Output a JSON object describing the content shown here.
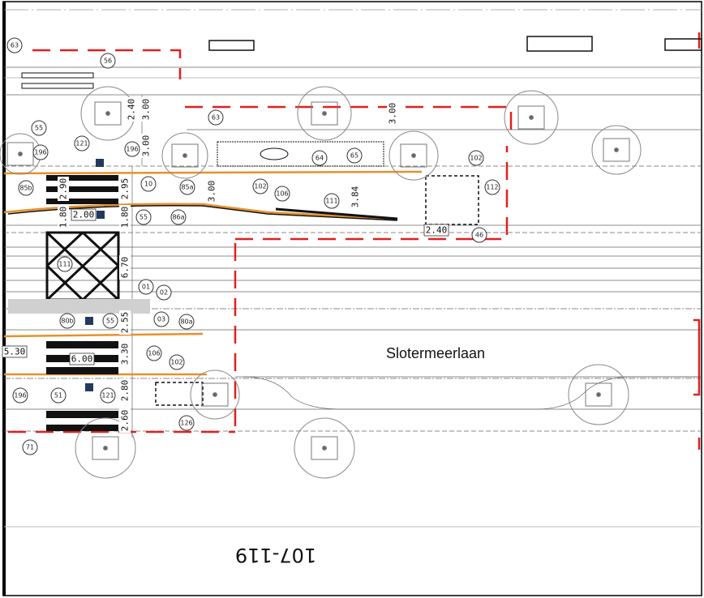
{
  "drawing": {
    "street_name": "Slotermeerlaan",
    "drawing_number": "107-119",
    "colors": {
      "boundary": "#e02020",
      "curb": "#e8902a",
      "line": "#222222",
      "tree": "#888888",
      "fill_gray": "#cfcfcf",
      "frame": "#000000"
    }
  },
  "callouts": [
    "63",
    "56",
    "55",
    "121",
    "196",
    "196",
    "85b",
    "10",
    "85a",
    "55",
    "86a",
    "63",
    "102",
    "106",
    "111",
    "64",
    "65",
    "102",
    "112",
    "46",
    "111",
    "01",
    "02",
    "03",
    "80b",
    "55",
    "80a",
    "106",
    "102",
    "196",
    "51",
    "121",
    "126",
    "71"
  ],
  "dimensions": [
    "2.40",
    "3.00",
    "3.00",
    "2.90",
    "2.95",
    "1.80",
    "2.00",
    "1.80",
    "3.00",
    "3.84",
    "3.00",
    "2.40",
    "6.70",
    "2.55",
    "5.30",
    "6.00",
    "3.30",
    "2.80",
    "2.60"
  ]
}
